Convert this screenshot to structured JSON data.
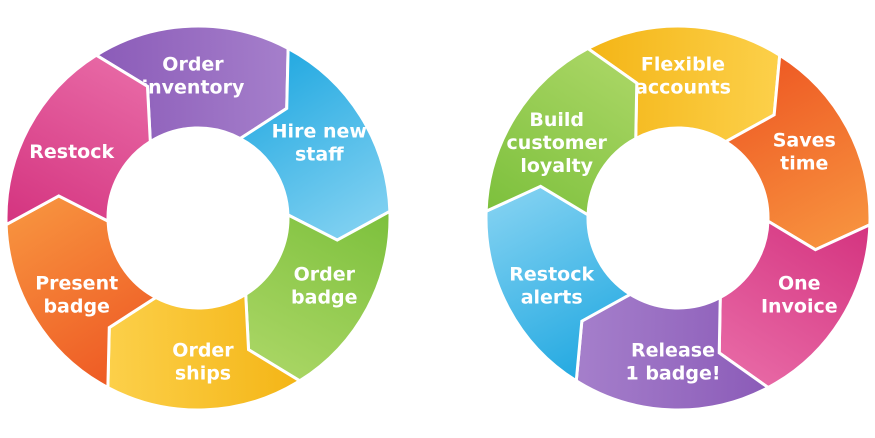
{
  "cycles": [
    {
      "segments": [
        {
          "lines": [
            "Order",
            "inventory"
          ],
          "color_a": "#8b5bb8",
          "color_b": "#a57fcb"
        },
        {
          "lines": [
            "Hire new",
            "staff"
          ],
          "color_a": "#23a9e1",
          "color_b": "#7fd0f1"
        },
        {
          "lines": [
            "Order",
            "badge"
          ],
          "color_a": "#7cc03c",
          "color_b": "#a8d563"
        },
        {
          "lines": [
            "Order",
            "ships"
          ],
          "color_a": "#f4b516",
          "color_b": "#fcd04a"
        },
        {
          "lines": [
            "Present",
            "badge"
          ],
          "color_a": "#ee5a24",
          "color_b": "#f7913e"
        },
        {
          "lines": [
            "Restock"
          ],
          "color_a": "#d4337f",
          "color_b": "#e767a4"
        }
      ]
    },
    {
      "segments": [
        {
          "lines": [
            "Flexible",
            "accounts"
          ],
          "color_a": "#f4b516",
          "color_b": "#fcd04a"
        },
        {
          "lines": [
            "Saves",
            "time"
          ],
          "color_a": "#ee5a24",
          "color_b": "#f7913e"
        },
        {
          "lines": [
            "One",
            "Invoice"
          ],
          "color_a": "#d4337f",
          "color_b": "#e767a4"
        },
        {
          "lines": [
            "Release",
            "1 badge!"
          ],
          "color_a": "#8b5bb8",
          "color_b": "#a57fcb"
        },
        {
          "lines": [
            "Restock",
            "alerts"
          ],
          "color_a": "#23a9e1",
          "color_b": "#7fd0f1"
        },
        {
          "lines": [
            "Build",
            "customer",
            "loyalty"
          ],
          "color_a": "#7cc03c",
          "color_b": "#a8d563"
        }
      ]
    }
  ]
}
